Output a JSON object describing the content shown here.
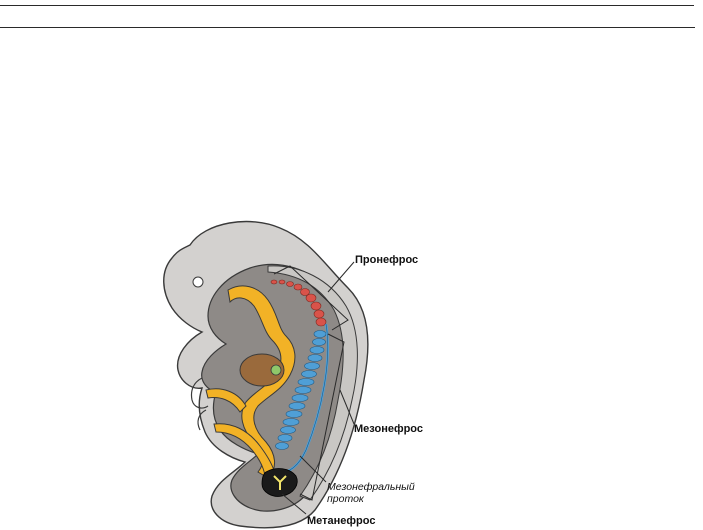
{
  "figure": {
    "labels": {
      "pronephros": "Пронефрос",
      "mesonephros": "Мезонефрос",
      "mesonephric_duct_line1": "Мезонефральный",
      "mesonephric_duct_line2": "проток",
      "metanephros": "Метанефрос"
    },
    "colors": {
      "embryo_outer": "#d3d1cf",
      "embryo_inner": "#8e8a87",
      "neural": "#f2b226",
      "pronephros": "#d9534a",
      "mesonephros": "#4f9fd6",
      "heart": "#9a6a3c",
      "metanephros": "#1a1a1a",
      "outline": "#3a3a3a"
    }
  }
}
